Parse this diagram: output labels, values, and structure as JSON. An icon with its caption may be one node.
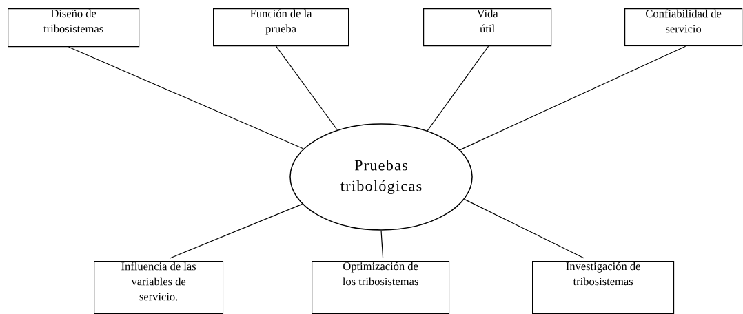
{
  "diagram": {
    "nodes": [
      {
        "text": [
          "Diseño de tribosistemas"
        ]
      },
      {
        "text": [
          "Función de la prueba"
        ]
      },
      {
        "text": [
          "Vida útil"
        ]
      },
      {
        "text": [
          "Confiabilidad de servicio"
        ]
      },
      {
        "text": [
          "Pruebas tribológicas"
        ]
      },
      {
        "text": [
          "Influencia de las variables de servicio."
        ]
      },
      {
        "text": [
          "Optimización de los tribosistemas"
        ]
      },
      {
        "text": [
          "Investigación de tribosistemas"
        ]
      }
    ],
    "edges": [
      {
        "from": 0,
        "to": 4,
        "arrow": "none"
      },
      {
        "from": 1,
        "to": 4,
        "arrow": "none"
      },
      {
        "from": 2,
        "to": 4,
        "arrow": "none"
      },
      {
        "from": 3,
        "to": 4,
        "arrow": "none"
      },
      {
        "from": 4,
        "to": 5,
        "arrow": "none"
      },
      {
        "from": 4,
        "to": 6,
        "arrow": "none"
      },
      {
        "from": 4,
        "to": 7,
        "arrow": "none"
      }
    ]
  }
}
